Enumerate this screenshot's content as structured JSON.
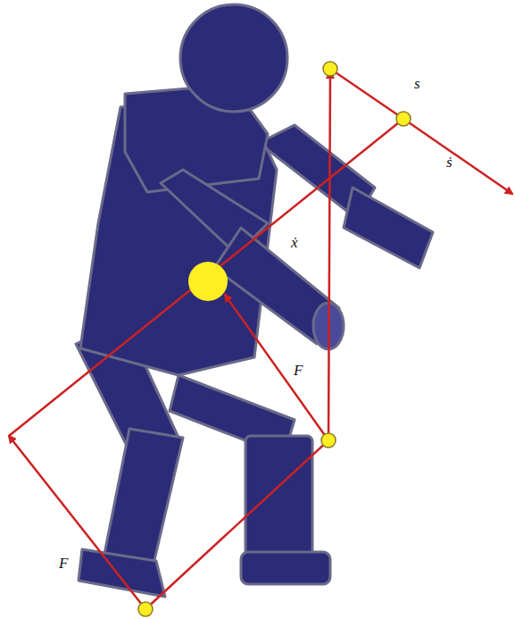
{
  "diagram": {
    "labels": [
      "s",
      "ṡ",
      "ẋ",
      "F",
      "F"
    ]
  }
}
